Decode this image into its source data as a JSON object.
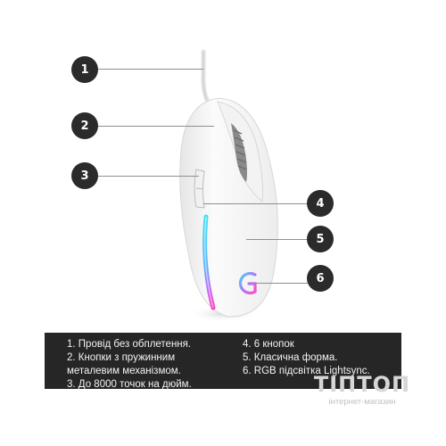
{
  "callouts": [
    "1",
    "2",
    "3",
    "4",
    "5",
    "6"
  ],
  "features": {
    "left": [
      "1. Провід без обплетення.",
      "2. Кнопки з пружинним",
      "металевим механізмом.",
      "3. До 8000 точок на дюйм."
    ],
    "right": [
      "4. 6 кнопок",
      "5. Класична форма.",
      "6. RGB підсвітка Lightsync."
    ]
  },
  "watermark": {
    "brand": "ТІПТОП",
    "subtitle": "інтернет-магазин"
  },
  "colors": {
    "callout_bg": "#2b2b2b",
    "panel_bg": "#262626",
    "mouse_body": "#fafafa",
    "led_cyan": "#39d3ee",
    "led_magenta": "#f046c8"
  },
  "icon": "mouse-illustration"
}
